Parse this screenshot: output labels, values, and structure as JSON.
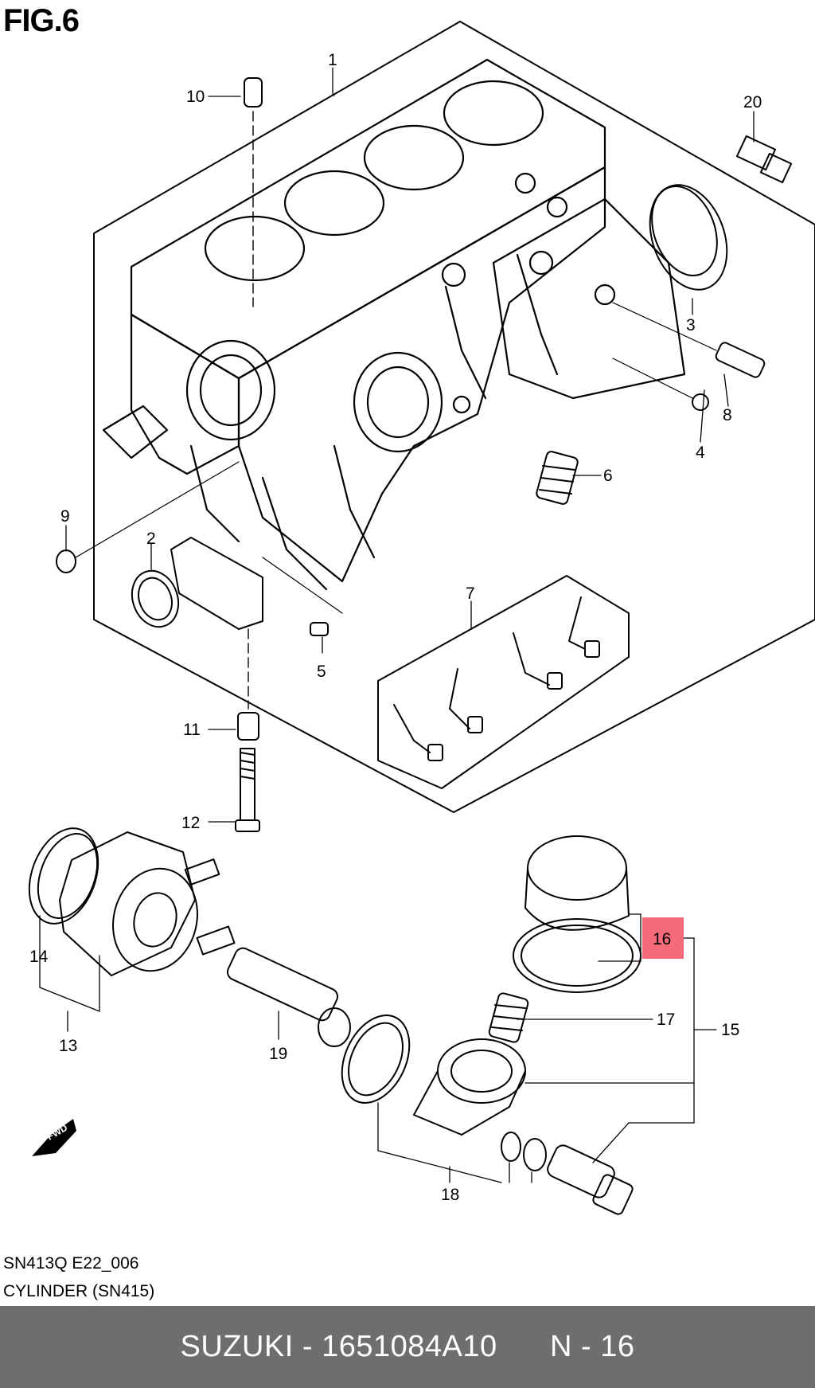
{
  "figure": {
    "title": "FIG.6"
  },
  "callouts": {
    "c1": "1",
    "c2": "2",
    "c3": "3",
    "c4": "4",
    "c5": "5",
    "c6": "6",
    "c7": "7",
    "c8": "8",
    "c9": "9",
    "c10": "10",
    "c11": "11",
    "c12": "12",
    "c13": "13",
    "c14": "14",
    "c15": "15",
    "c16": "16",
    "c17": "17",
    "c18": "18",
    "c19": "19",
    "c20": "20"
  },
  "highlight": {
    "callout": "16",
    "color": "#f56b7a"
  },
  "fwd_label": "FWD",
  "footnote": {
    "code": "SN413Q E22_006",
    "section": "CYLINDER (SN415)"
  },
  "footer": {
    "text": "SUZUKI - 1651084A10      N - 16",
    "background": "#6e6e6e"
  }
}
